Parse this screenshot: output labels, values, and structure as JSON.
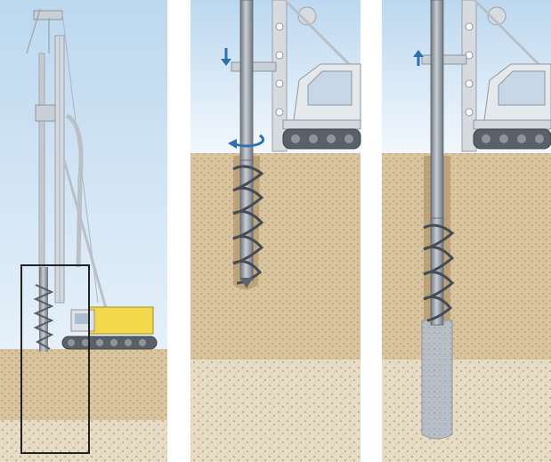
{
  "colors": {
    "sky_top": "#bcd8ef",
    "sky_bottom": "#f3f8fd",
    "soil_top": "#d8c49f",
    "soil_dots": "#b89c70",
    "soil_bottom": "#e7dcc6",
    "gravel": "#c8bba4",
    "rig_gray": "#c9cfd6",
    "rig_yellow": "#f2d84a",
    "auger_steel": "#8a9099",
    "concrete": "#b9bfc6",
    "arrow_blue": "#2e6fb0",
    "frame_black": "#222222"
  },
  "icons": {
    "down_arrow": "down-arrow-icon",
    "up_arrow": "up-arrow-icon",
    "rotation_arrow": "rotation-arrow-icon"
  },
  "panels": [
    {
      "id": "overview",
      "shows": "full-rig-with-detail-frame"
    },
    {
      "id": "drilling",
      "motion": "down-rotating"
    },
    {
      "id": "concreting",
      "motion": "up"
    }
  ]
}
